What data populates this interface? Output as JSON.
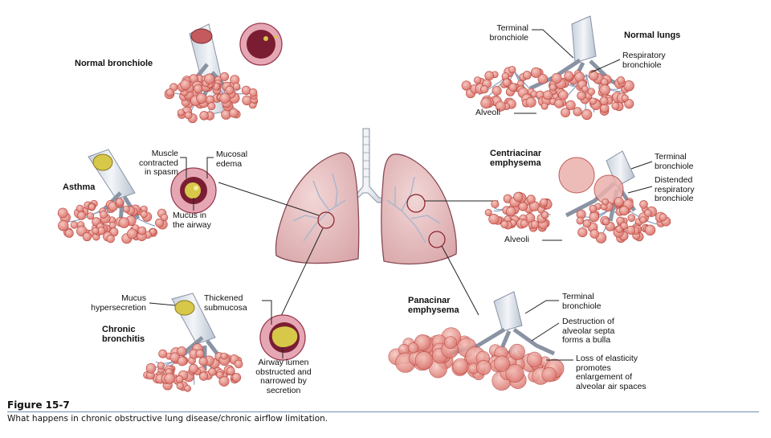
{
  "figure": {
    "number": "Figure 15-7",
    "caption": "What happens in chronic obstructive lung disease/chronic airflow limitation."
  },
  "labels": {
    "normal_bronchiole": "Normal bronchiole",
    "normal_lungs": "Normal lungs",
    "terminal_bronchiole_top": "Terminal\nbronchiole",
    "respiratory_bronchiole": "Respiratory\nbronchiole",
    "alveoli_top": "Alveoli",
    "asthma": "Asthma",
    "muscle_spasm": "Muscle\ncontracted\nin spasm",
    "mucosal_edema": "Mucosal\nedema",
    "mucus_airway": "Mucus in\nthe airway",
    "centriacinar": "Centriacinar\nemphysema",
    "terminal_bronchiole_mid": "Terminal\nbronchiole",
    "distended_bronchiole": "Distended\nrespiratory\nbronchiole",
    "alveoli_mid": "Alveoli",
    "mucus_hypersecretion": "Mucus\nhypersecretion",
    "thickened_submucosa": "Thickened\nsubmucosa",
    "chronic_bronchitis": "Chronic\nbronchitis",
    "airway_lumen": "Airway lumen\nobstructed and\nnarrowed by\nsecretion",
    "panacinar": "Panacinar\nemphysema",
    "terminal_bronchiole_bot": "Terminal\nbronchiole",
    "destruction_septa": "Destruction of\nalveolar septa\nforms a bulla",
    "loss_elasticity": "Loss of elasticity\npromotes\nenlargement of\nalveolar air spaces"
  },
  "colors": {
    "alveoli_fill": "#e89a92",
    "alveoli_stroke": "#b8463f",
    "lung_fill": "#e9c3c3",
    "lung_stroke": "#8a4a55",
    "trachea_fill": "#e3e8ef",
    "mucus": "#d8c84a",
    "vessel": "#8ea0bf",
    "rule": "#6b8fb3"
  }
}
